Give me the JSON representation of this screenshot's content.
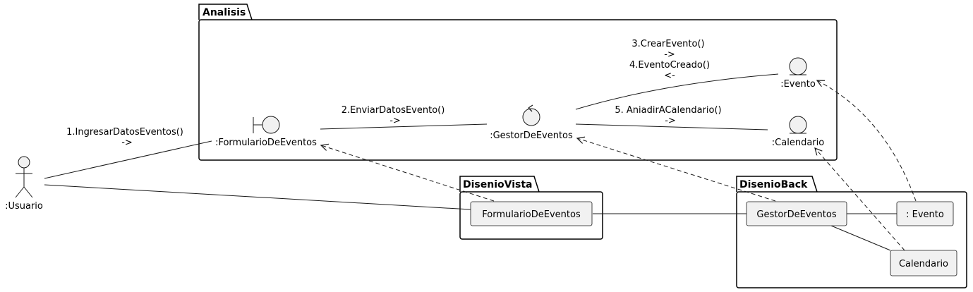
{
  "packages": {
    "analisis": "Analisis",
    "disenio_vista": "DisenioVista",
    "disenio_back": "DisenioBack"
  },
  "nodes": {
    "usuario": ":Usuario",
    "formulario": ":FormularioDeEventos",
    "gestor": ":GestorDeEventos",
    "evento": ":Evento",
    "calendario": ":Calendario",
    "vista_formulario": "FormularioDeEventos",
    "back_gestor": "GestorDeEventos",
    "back_evento": ": Evento",
    "back_calendario": "Calendario"
  },
  "messages": {
    "m1": "1.IngresarDatosEventos()",
    "m1_dir": "->",
    "m2": "2.EnviarDatosEvento()",
    "m2_dir": "->",
    "m3": "3.CrearEvento()",
    "m3_dir": "->",
    "m4": "4.EventoCreado()",
    "m4_dir": "<-",
    "m5": "5. AniadirACalendario()",
    "m5_dir": "->"
  }
}
